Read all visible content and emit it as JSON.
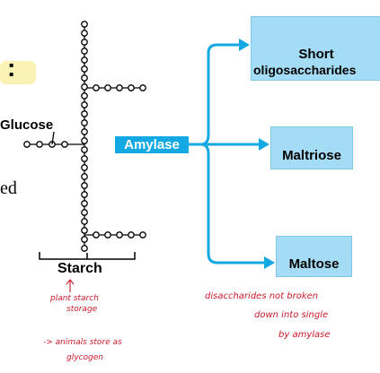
{
  "labels": {
    "glucose": "Glucose",
    "starch": "Starch",
    "amylase": "Amylase",
    "short_line1": "Short",
    "short_line2": "oligosaccharides",
    "maltriose": "Maltriose",
    "maltose": "Maltose",
    "fragment_colon": ":",
    "fragment_ed": "ed"
  },
  "handwriting": {
    "plant_line1": "plant starch",
    "plant_line2": "storage",
    "animal_line1": "-> animals store as",
    "animal_line2": "glycogen",
    "note_line1": "disaccharides not broken",
    "note_line2": "down into single",
    "note_line3": "by amylase"
  },
  "colors": {
    "box_fill": "#a3dcf4",
    "amylase_bg": "#14a9e3",
    "arrow": "#14a9e3",
    "highlight": "#fbf3b6",
    "ink": "#cc1a2a"
  }
}
